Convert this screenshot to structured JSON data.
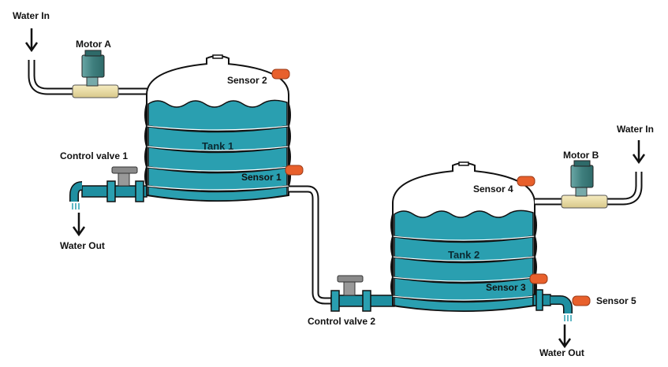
{
  "labels": {
    "water_in_a": "Water In",
    "water_in_b": "Water In",
    "motor_a": "Motor A",
    "motor_b": "Motor B",
    "sensor_1": "Sensor 1",
    "sensor_2": "Sensor 2",
    "sensor_3": "Sensor 3",
    "sensor_4": "Sensor 4",
    "sensor_5": "Sensor 5",
    "tank_1": "Tank 1",
    "tank_2": "Tank 2",
    "control_valve_1": "Control valve 1",
    "control_valve_2": "Control valve 2",
    "water_out_1": "Water Out",
    "water_out_2": "Water Out"
  },
  "colors": {
    "tank_water": "#2a9fb0",
    "tank_body": "#ffffff",
    "pipe": "#1f8fa1",
    "sensor": "#e8602c",
    "motor": "#4f8f8e",
    "valve": "#6f6f6f",
    "outline": "#111111"
  }
}
